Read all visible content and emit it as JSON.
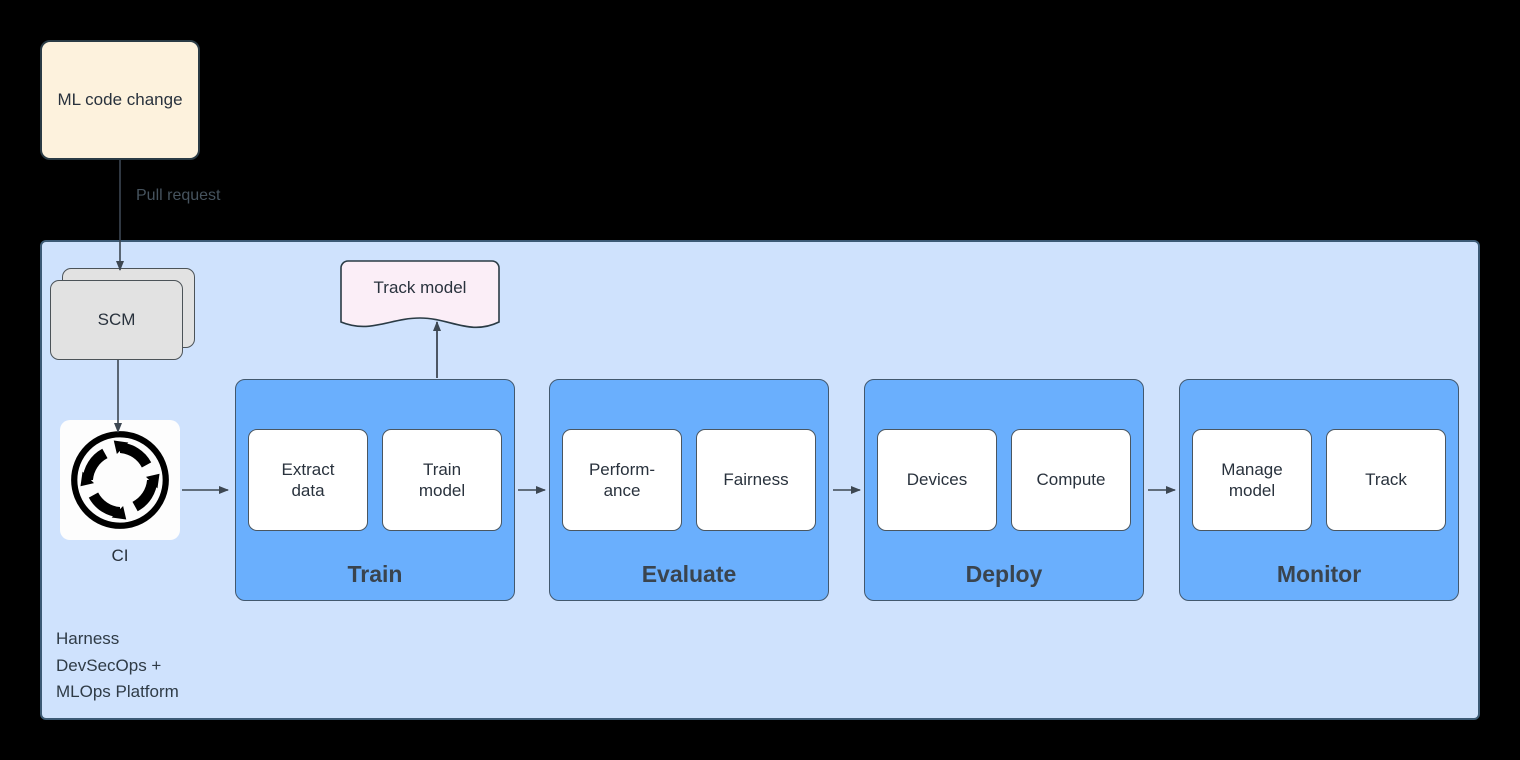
{
  "diagram": {
    "title": "Harness DevSecOps + MLOps Platform pipeline",
    "colors": {
      "background": "#000000",
      "platform_fill": "#cfe2fd",
      "platform_border": "#3c5a75",
      "stage_fill": "#6aaffd",
      "stage_border": "#42586e",
      "card_fill": "#ffffff",
      "card_border": "#4a5660",
      "source_fill": "#fdf2dd",
      "source_border": "#2a3b45",
      "scm_fill": "#e2e2e2",
      "note_fill": "#fbeef7",
      "note_border": "#2a3b45",
      "text": "#29323d",
      "edge": "#3d4752"
    }
  },
  "source": {
    "label": "ML code change"
  },
  "edges": {
    "pull_request_label": "Pull request"
  },
  "platform": {
    "caption": "Harness\nDevSecOps +\nMLOps Platform"
  },
  "scm": {
    "label": "SCM"
  },
  "ci": {
    "label": "CI",
    "icon": "circular-arrows-icon"
  },
  "note": {
    "label": "Track model"
  },
  "stages": [
    {
      "id": "train",
      "title": "Train",
      "cards": [
        {
          "id": "extract-data",
          "label": "Extract\ndata"
        },
        {
          "id": "train-model",
          "label": "Train\nmodel"
        }
      ]
    },
    {
      "id": "evaluate",
      "title": "Evaluate",
      "cards": [
        {
          "id": "performance",
          "label": "Perform-\nance"
        },
        {
          "id": "fairness",
          "label": "Fairness"
        }
      ]
    },
    {
      "id": "deploy",
      "title": "Deploy",
      "cards": [
        {
          "id": "devices",
          "label": "Devices"
        },
        {
          "id": "compute",
          "label": "Compute"
        }
      ]
    },
    {
      "id": "monitor",
      "title": "Monitor",
      "cards": [
        {
          "id": "manage-model",
          "label": "Manage\nmodel"
        },
        {
          "id": "track",
          "label": "Track"
        }
      ]
    }
  ]
}
